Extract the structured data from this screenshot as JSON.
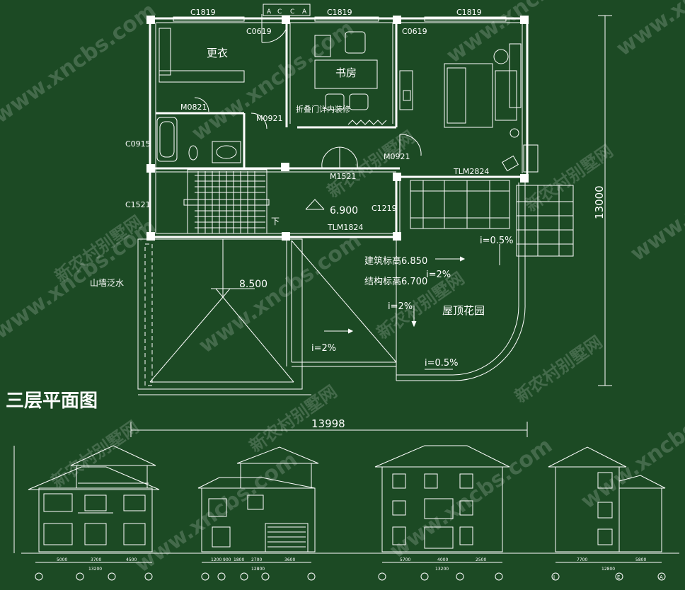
{
  "plan": {
    "title": "三层平面图",
    "rooms": {
      "dressing": "更衣",
      "study": "书房",
      "roof_garden": "屋顶花园"
    },
    "labels": {
      "folding_door": "折叠门详内装修",
      "wall_flashing": "山墙泛水",
      "down": "下",
      "elev_arch": "建筑标高6.850",
      "elev_struct": "结构标高6.700"
    },
    "codes": {
      "c1819_a": "C1819",
      "c1819_b": "C1819",
      "c1819_c": "C1819",
      "c0619_a": "C0619",
      "c0619_b": "C0619",
      "m0821": "M0821",
      "m0921_a": "M0921",
      "m0921_b": "M0921",
      "c0915": "C0915",
      "m1521": "M1521",
      "tlm2824": "TLM2824",
      "c1521": "C1521",
      "c1219": "C1219",
      "tlm1824": "TLM1824"
    },
    "levels": {
      "l6900": "6.900",
      "l8500": "8.500"
    },
    "slopes": {
      "s1": "i=0.5%",
      "s2": "i=2%",
      "s3": "i=2%",
      "s4": "i=2%",
      "s5": "i=0.5%"
    },
    "dimensions": {
      "width": "13998",
      "depth": "13000"
    },
    "window_letters": [
      "A",
      "C",
      "C",
      "A"
    ]
  },
  "elevations": {
    "e1_bottom": [
      "5000",
      "3700",
      "4500"
    ],
    "e1_total": "13200",
    "e2_bottom": [
      "1200",
      "900",
      "1800",
      "2700",
      "3600"
    ],
    "e2_total": "12800",
    "e3_bottom": [
      "5700",
      "4000",
      "2500"
    ],
    "e3_total": "13200",
    "e4_bottom": [
      "7700",
      "5800"
    ],
    "e4_total": "12800",
    "e4_axes": [
      "J",
      "E",
      "A"
    ]
  },
  "watermark": {
    "site": "www.xncbs.com",
    "name": "新农村别墅网"
  },
  "colors": {
    "background": "#1c4a24",
    "lines": "#ffffff"
  }
}
